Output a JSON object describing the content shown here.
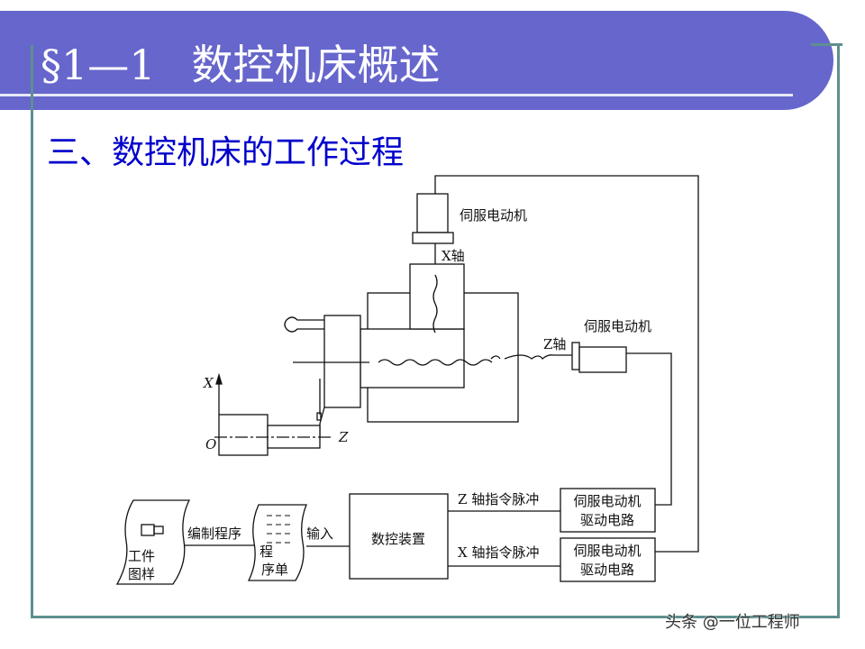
{
  "slide": {
    "section_number": "§1—1",
    "section_title": "数控机床概述",
    "subtitle": "三、数控机床的工作过程",
    "watermark": "头条 @一位工程师",
    "colors": {
      "banner": "#6666cc",
      "subtitle": "#0000cc",
      "frame": "#5f8f8f"
    }
  },
  "diagram": {
    "x_motor_label": "伺服电动机",
    "x_axis_label": "X轴",
    "z_motor_label": "伺服电动机",
    "z_axis_label": "Z轴",
    "coord_x": "X",
    "coord_z": "Z",
    "coord_o": "O",
    "drawing_line1": "工件",
    "drawing_line2": "图样",
    "programming": "编制程序",
    "program_sheet_1": "程",
    "program_sheet_2": "序单",
    "input": "输入",
    "nc_unit": "数控装置",
    "z_pulse": "Z 轴指令脉冲",
    "x_pulse": "X 轴指令脉冲",
    "driver_z_1": "伺服电动机",
    "driver_z_2": "驱动电路",
    "driver_x_1": "伺服电动机",
    "driver_x_2": "驱动电路"
  }
}
